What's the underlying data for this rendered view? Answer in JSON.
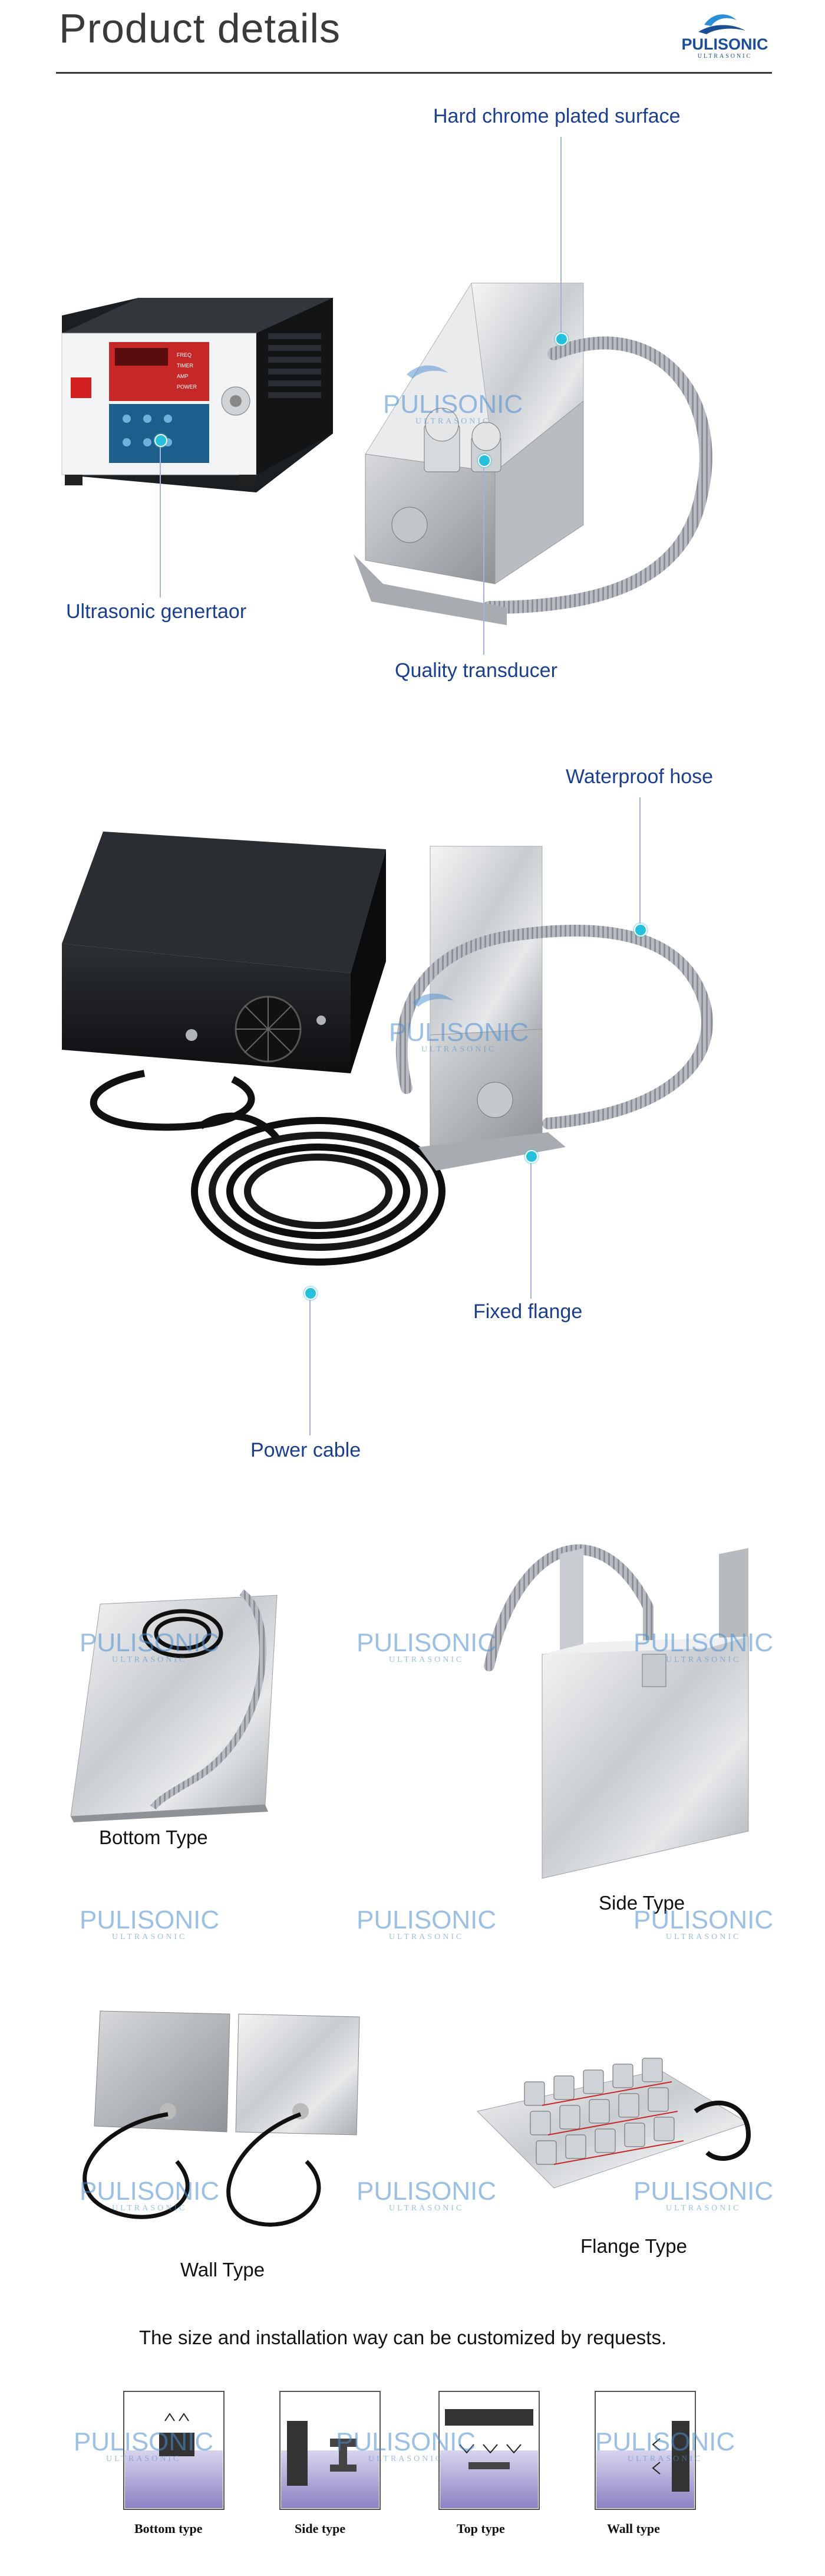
{
  "header": {
    "title": "Product details",
    "logo_word": "PULISONIC",
    "logo_sub": "ULTRASONIC"
  },
  "watermark": {
    "word": "PULISONIC",
    "sub": "ULTRASONIC"
  },
  "section1": {
    "callouts": {
      "surface": "Hard chrome plated surface",
      "generator": "Ultrasonic genertaor",
      "transducer": "Quality transducer"
    },
    "panel_labels": [
      "FREQ",
      "TIMER",
      "AMP",
      "POWER"
    ]
  },
  "section2": {
    "callouts": {
      "hose": "Waterproof hose",
      "flange": "Fixed flange",
      "cable": "Power cable"
    }
  },
  "section3": {
    "captions": {
      "bottom": "Bottom Type",
      "side": "Side Type",
      "wall": "Wall Type",
      "flange": "Flange Type"
    }
  },
  "section4": {
    "note": "The size and installation way can be customized by requests.",
    "diagrams": [
      "Bottom type",
      "Side type",
      "Top type",
      "Wall type"
    ]
  },
  "colors": {
    "callout_text": "#1b3f8f",
    "callout_dot": "#25c1dc",
    "title_text": "#3a3a3a",
    "logo_blue": "#1a4f95"
  }
}
